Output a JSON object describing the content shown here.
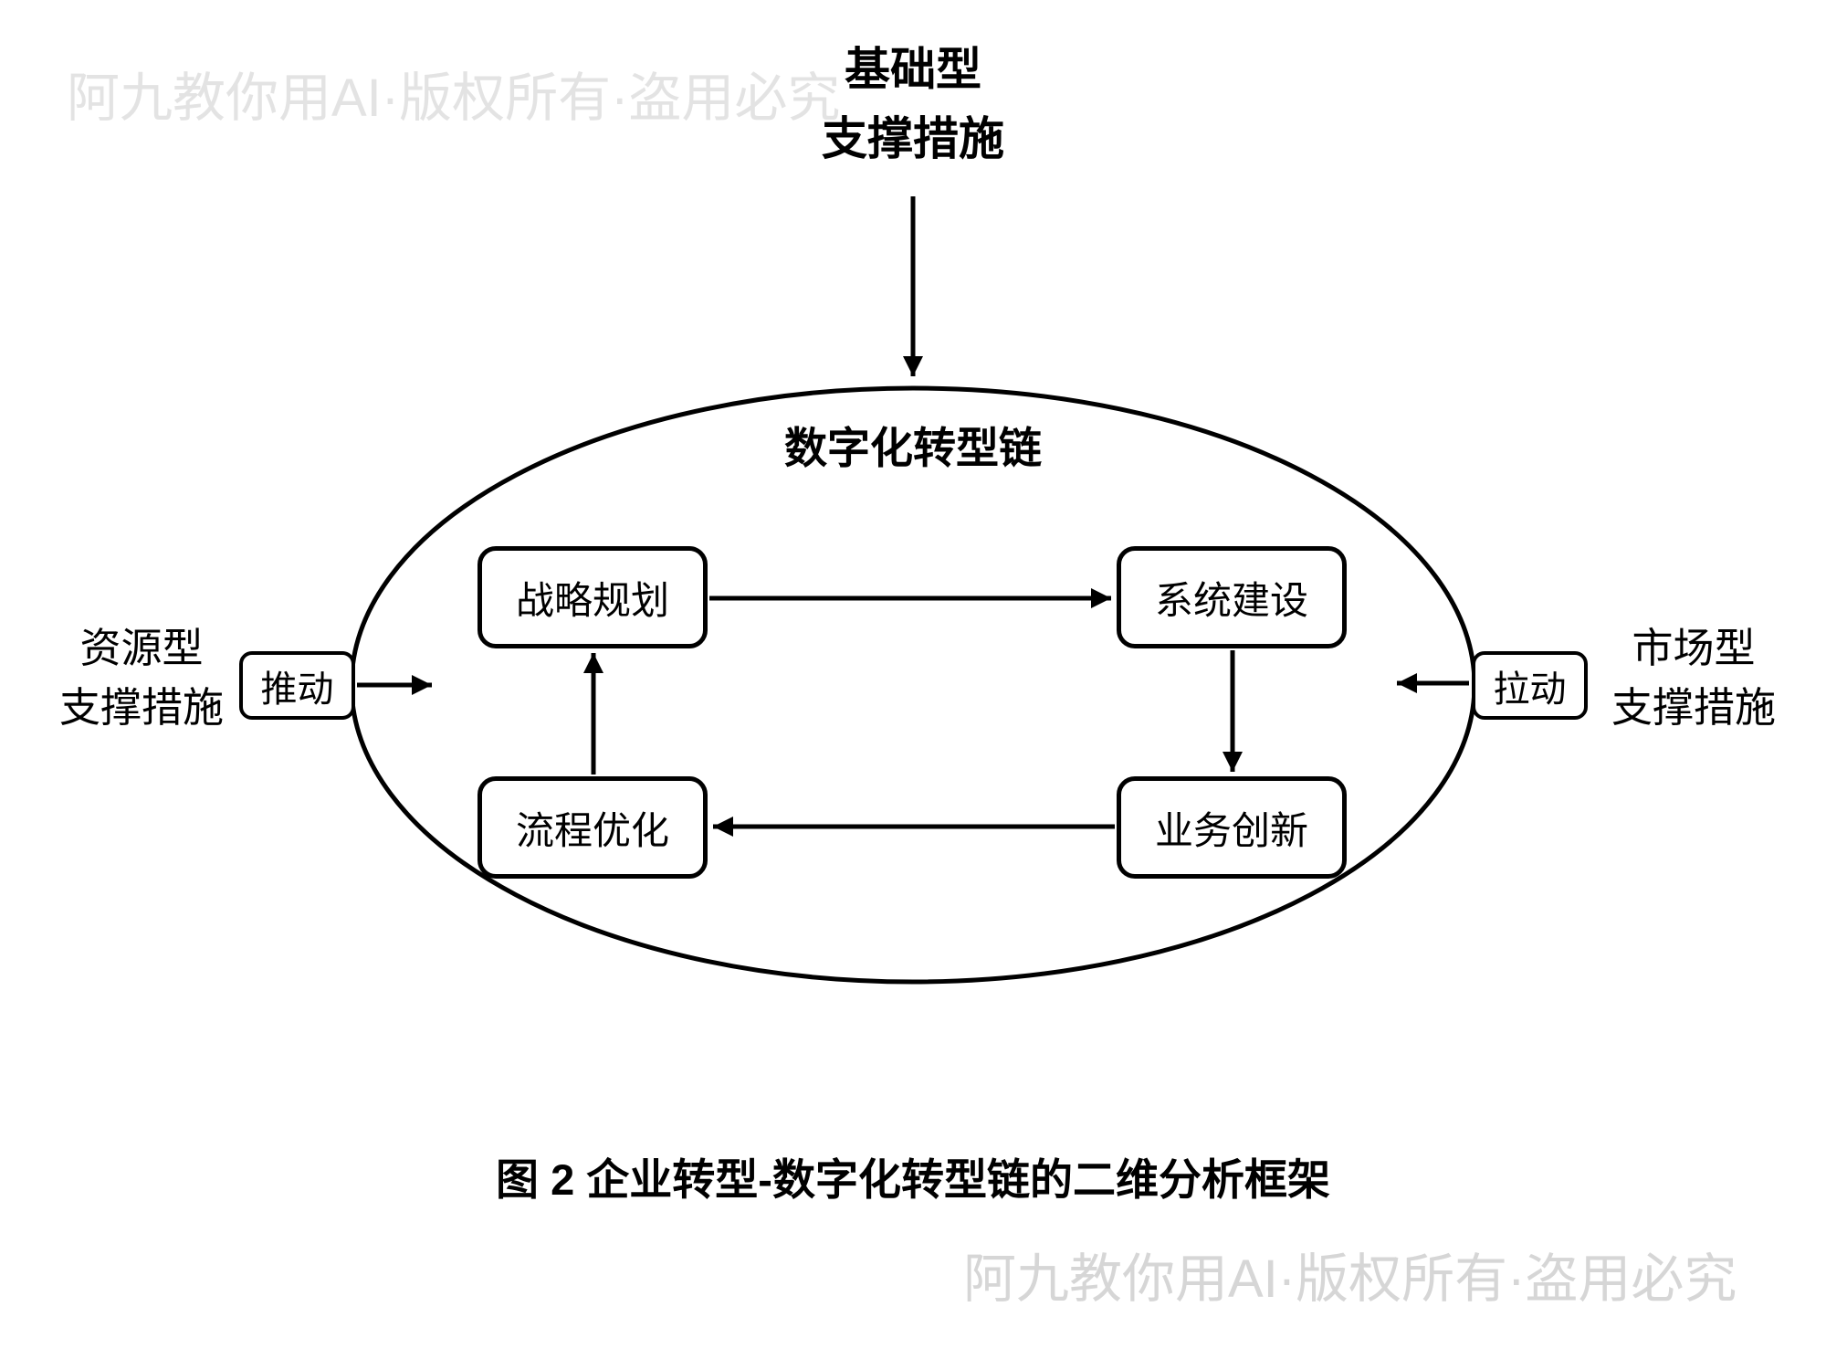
{
  "watermarks": {
    "top": "阿九教你用AI·版权所有·盗用必究",
    "bottom": "阿九教你用AI·版权所有·盗用必究"
  },
  "top_support": {
    "line1": "基础型",
    "line2": "支撑措施"
  },
  "left_support": {
    "line1": "资源型",
    "line2": "支撑措施",
    "action_label": "推动"
  },
  "right_support": {
    "line1": "市场型",
    "line2": "支撑措施",
    "action_label": "拉动"
  },
  "transformation_chain": {
    "title": "数字化转型链",
    "nodes": [
      {
        "label": "战略规划"
      },
      {
        "label": "系统建设"
      },
      {
        "label": "业务创新"
      },
      {
        "label": "流程优化"
      }
    ],
    "flow": [
      "战略规划 → 系统建设",
      "系统建设 → 业务创新",
      "业务创新 → 流程优化",
      "流程优化 → 战略规划"
    ]
  },
  "caption": "图 2 企业转型-数字化转型链的二维分析框架",
  "colors": {
    "line": "#000000",
    "background": "#ffffff",
    "watermark_top": "#e3e3e3",
    "watermark_bottom": "#d6d6d6"
  }
}
